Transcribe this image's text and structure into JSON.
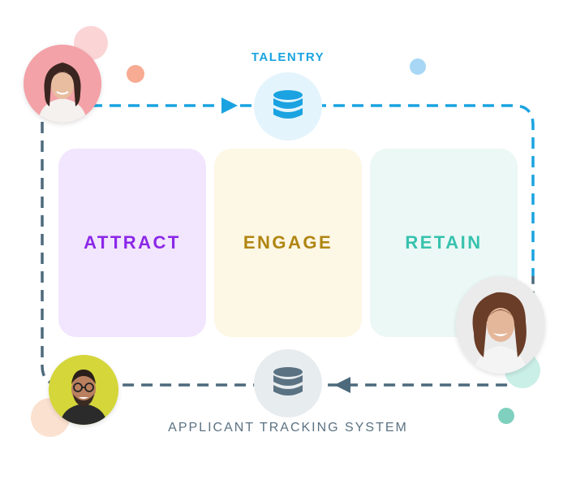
{
  "diagram": {
    "top_label": "TALENTRY",
    "bottom_label": "APPLICANT TRACKING SYSTEM",
    "stages": [
      {
        "label": "ATTRACT",
        "color": "#8b27e8",
        "background": "#f1e6fd"
      },
      {
        "label": "ENGAGE",
        "color": "#b08612",
        "background": "#fdf7e5"
      },
      {
        "label": "RETAIN",
        "color": "#37c2ae",
        "background": "#ebf8f5"
      }
    ],
    "icons": {
      "top": "database-icon",
      "bottom": "database-icon"
    },
    "colors": {
      "talentry_blue": "#1aa3e0",
      "ats_slate": "#5b7282",
      "path_top": "#1aa3e0",
      "path_bottom": "#4d6a7c"
    },
    "avatars": [
      "avatar-woman-long-hair",
      "avatar-man-glasses",
      "avatar-woman-curly-hair"
    ]
  }
}
